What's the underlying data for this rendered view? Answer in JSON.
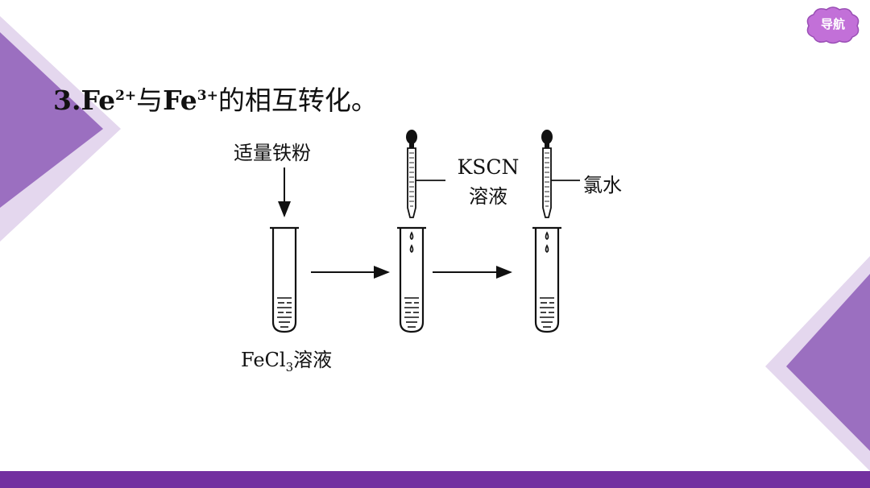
{
  "nav": {
    "label": "导航"
  },
  "heading": {
    "number": "3.",
    "ion1": "Fe",
    "ion1_charge": "2+",
    "connector": "与",
    "ion2": "Fe",
    "ion2_charge": "3+",
    "suffix": "的相互转化。"
  },
  "diagram": {
    "reagent_top_left": "适量铁粉",
    "reagent_middle_line1": "KSCN",
    "reagent_middle_line2": "溶液",
    "reagent_right": "氯水",
    "bottom_label_prefix": "FeCl",
    "bottom_label_sub": "3",
    "bottom_label_suffix": "溶液"
  },
  "colors": {
    "accent_purple": "#7330a0",
    "deco_light": "#d9c6e6",
    "deco_mid": "#a47cc4",
    "nav_fill": "#c270d8"
  }
}
